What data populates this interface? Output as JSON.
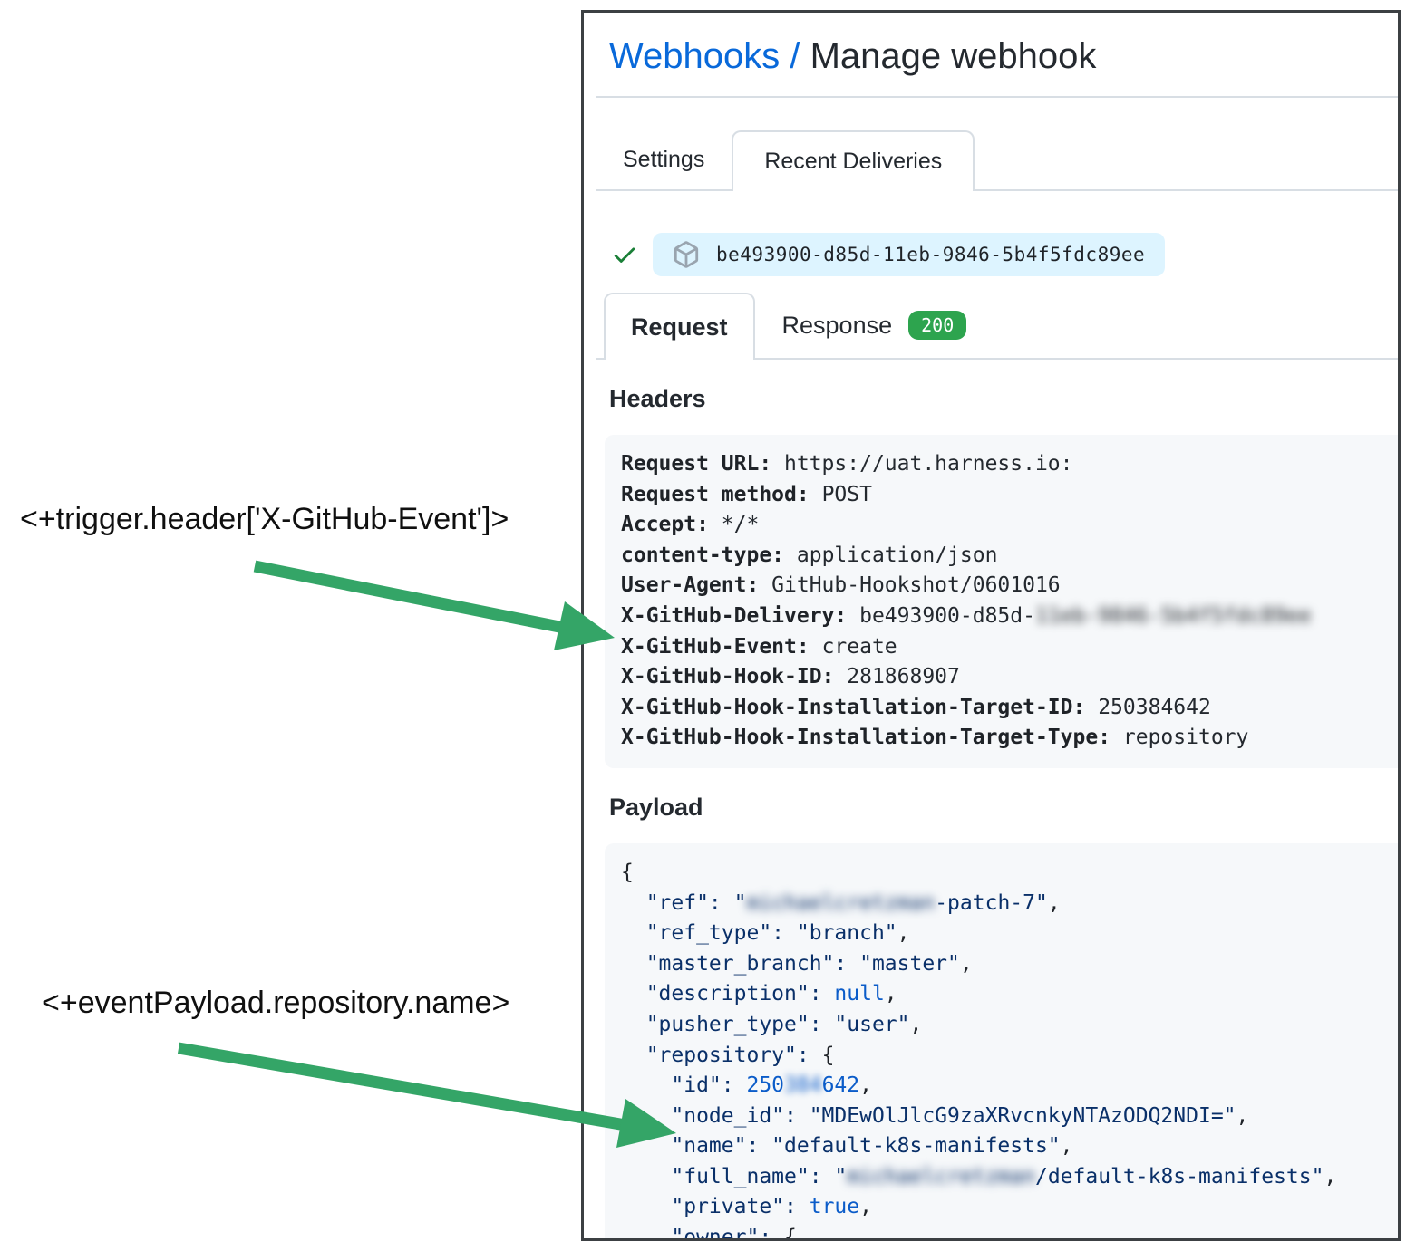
{
  "colors": {
    "arrow": "#34a567",
    "accent_blue": "#0969da",
    "check_green": "#1a7f37",
    "badge_green": "#2da44e",
    "pill_blue": "#ddf4ff",
    "codebox_gray": "#f6f8fa"
  },
  "annotations": {
    "trigger_header": "<+trigger.header['X-GitHub-Event']>",
    "event_payload": "<+eventPayload.repository.name>"
  },
  "breadcrumb": {
    "link": "Webhooks",
    "separator": " / ",
    "current": "Manage webhook"
  },
  "tabs": {
    "settings": "Settings",
    "recent_deliveries": "Recent Deliveries"
  },
  "delivery": {
    "id": "be493900-d85d-11eb-9846-5b4f5fdc89ee"
  },
  "subtabs": {
    "request": "Request",
    "response": "Response",
    "status": "200"
  },
  "headers": {
    "title": "Headers",
    "lines": [
      {
        "key": "Request URL",
        "value": "https://uat.harness.io:"
      },
      {
        "key": "Request method",
        "value": "POST"
      },
      {
        "key": "Accept",
        "value": "*/*"
      },
      {
        "key": "content-type",
        "value": "application/json"
      },
      {
        "key": "User-Agent",
        "value": "GitHub-Hookshot/0601016"
      },
      {
        "key": "X-GitHub-Delivery",
        "value": "be493900-d85d-",
        "blurred": "11eb-9846-5b4f5fdc89ee"
      },
      {
        "key": "X-GitHub-Event",
        "value": "create"
      },
      {
        "key": "X-GitHub-Hook-ID",
        "value": "281868907"
      },
      {
        "key": "X-GitHub-Hook-Installation-Target-ID",
        "value": "250384642"
      },
      {
        "key": "X-GitHub-Hook-Installation-Target-Type",
        "value": "repository"
      }
    ]
  },
  "payload": {
    "title": "Payload",
    "lines": [
      [
        {
          "t": "{",
          "c": "p"
        }
      ],
      [
        {
          "t": "  \"ref\": \"",
          "c": "t"
        },
        {
          "t": "michaelcretzman",
          "c": "b"
        },
        {
          "t": "-patch-7\"",
          "c": "t"
        },
        {
          "t": ",",
          "c": "p"
        }
      ],
      [
        {
          "t": "  \"ref_type\": \"branch\"",
          "c": "t"
        },
        {
          "t": ",",
          "c": "p"
        }
      ],
      [
        {
          "t": "  \"master_branch\": \"master\"",
          "c": "t"
        },
        {
          "t": ",",
          "c": "p"
        }
      ],
      [
        {
          "t": "  \"description\": ",
          "c": "t"
        },
        {
          "t": "null",
          "c": "c"
        },
        {
          "t": ",",
          "c": "p"
        }
      ],
      [
        {
          "t": "  \"pusher_type\": \"user\"",
          "c": "t"
        },
        {
          "t": ",",
          "c": "p"
        }
      ],
      [
        {
          "t": "  \"repository\": ",
          "c": "t"
        },
        {
          "t": "{",
          "c": "p"
        }
      ],
      [
        {
          "t": "    \"id\": ",
          "c": "t"
        },
        {
          "t": "250",
          "c": "c"
        },
        {
          "t": "384",
          "c": "n"
        },
        {
          "t": "642",
          "c": "c"
        },
        {
          "t": ",",
          "c": "p"
        }
      ],
      [
        {
          "t": "    \"node_id\": \"MDEwOlJlcG9zaXRvcnkyNTAzODQ2NDI=\"",
          "c": "t"
        },
        {
          "t": ",",
          "c": "p"
        }
      ],
      [
        {
          "t": "    \"name\": \"default-k8s-manifests\"",
          "c": "t"
        },
        {
          "t": ",",
          "c": "p"
        }
      ],
      [
        {
          "t": "    \"full_name\": \"",
          "c": "t"
        },
        {
          "t": "michaelcretzman",
          "c": "b"
        },
        {
          "t": "/default-k8s-manifests\"",
          "c": "t"
        },
        {
          "t": ",",
          "c": "p"
        }
      ],
      [
        {
          "t": "    \"private\": ",
          "c": "t"
        },
        {
          "t": "true",
          "c": "c"
        },
        {
          "t": ",",
          "c": "p"
        }
      ],
      [
        {
          "t": "    \"owner\": ",
          "c": "t"
        },
        {
          "t": "{",
          "c": "p"
        }
      ]
    ]
  }
}
